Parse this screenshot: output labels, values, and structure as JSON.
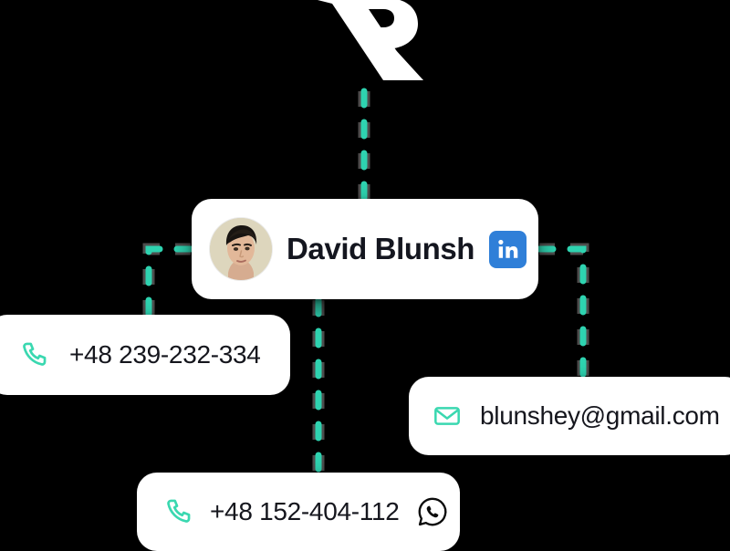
{
  "brand": {
    "logo_name": "rr-monogram-logo",
    "logo_color": "#ffffff"
  },
  "theme": {
    "background": "#000000",
    "card_background": "#ffffff",
    "accent_teal": "#2ed3b0",
    "text_primary": "#15161d",
    "linkedin_blue": "#2f7fd8",
    "connector_color": "#2ed3b0"
  },
  "profile_card": {
    "name": "David Blunsh",
    "avatar_alt": "David Blunsh",
    "social": {
      "network": "LinkedIn",
      "icon": "linkedin-icon",
      "label": "in"
    }
  },
  "contacts": [
    {
      "id": "phone-primary",
      "type": "phone",
      "icon": "phone-icon",
      "value": "+48 239-232-334",
      "secondary_icon": null
    },
    {
      "id": "email-primary",
      "type": "email",
      "icon": "envelope-icon",
      "value": "blunshey@gmail.com",
      "secondary_icon": null
    },
    {
      "id": "phone-whatsapp",
      "type": "phone",
      "icon": "phone-icon",
      "value": "+48 152-404-112",
      "secondary_icon": "whatsapp-icon"
    }
  ]
}
